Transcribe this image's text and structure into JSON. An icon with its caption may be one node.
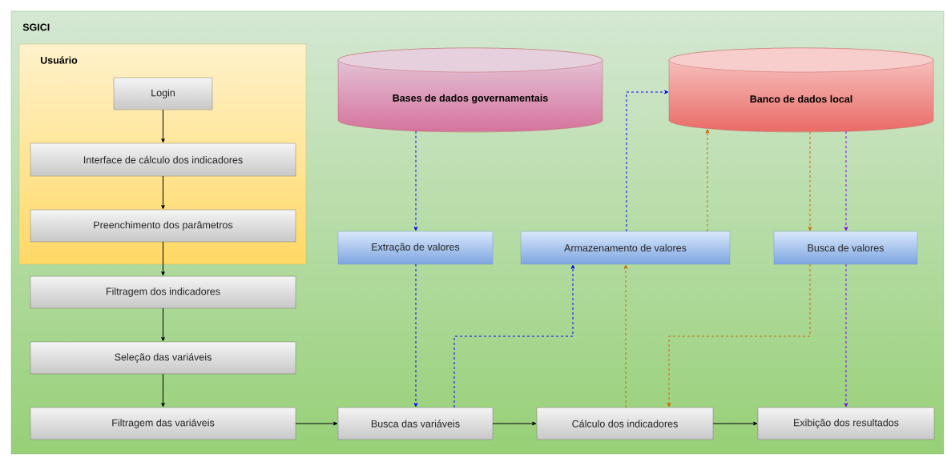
{
  "diagram": {
    "nodes": [
      {
        "text": [
          "SGICI"
        ]
      },
      {
        "text": [
          "Usuário"
        ],
        "in": 0
      },
      {
        "text": [
          "Login"
        ],
        "in": 1
      },
      {
        "text": [
          "Interface de cálculo dos indicadores"
        ],
        "in": 1
      },
      {
        "text": [
          "Preenchimento dos parâmetros"
        ],
        "in": 1
      },
      {
        "text": [
          "Filtragem dos indicadores"
        ],
        "in": 0
      },
      {
        "text": [
          "Seleção das variáveis"
        ],
        "in": 0
      },
      {
        "text": [
          "Filtragem das variáveis"
        ],
        "in": 0
      },
      {
        "text": [
          "Bases de dados governamentais"
        ],
        "in": 0
      },
      {
        "text": [
          "Banco de dados local"
        ],
        "in": 0
      },
      {
        "text": [
          "Extração de valores"
        ],
        "in": 0
      },
      {
        "text": [
          "Armazenamento de valores"
        ],
        "in": 0
      },
      {
        "text": [
          "Busca de valores"
        ],
        "in": 0
      },
      {
        "text": [
          "Busca das variáveis"
        ],
        "in": 0
      },
      {
        "text": [
          "Cálculo dos indicadores"
        ],
        "in": 0
      },
      {
        "text": [
          "Exibição dos resultados"
        ],
        "in": 0
      }
    ],
    "edges": [
      {
        "from": 2,
        "to": 3,
        "arrow": "to"
      },
      {
        "from": 3,
        "to": 4,
        "arrow": "to"
      },
      {
        "from": 4,
        "to": 5,
        "arrow": "to"
      },
      {
        "from": 5,
        "to": 6,
        "arrow": "to"
      },
      {
        "from": 6,
        "to": 7,
        "arrow": "to"
      },
      {
        "from": 7,
        "to": 13,
        "arrow": "to"
      },
      {
        "from": 13,
        "to": 14,
        "arrow": "to"
      },
      {
        "from": 14,
        "to": 15,
        "arrow": "to"
      },
      {
        "from": 8,
        "to": 10,
        "arrow": "to",
        "style": "dashed",
        "color": "#0000ff"
      },
      {
        "from": 10,
        "to": 13,
        "arrow": "to",
        "style": "dashed",
        "color": "#0000ff"
      },
      {
        "from": 13,
        "to": 11,
        "arrow": "to",
        "style": "dashed",
        "color": "#0000ff"
      },
      {
        "from": 11,
        "to": 9,
        "arrow": "to",
        "style": "dashed",
        "color": "#0000ff"
      },
      {
        "from": 14,
        "to": 11,
        "arrow": "to",
        "style": "dashed",
        "color": "#cc6600"
      },
      {
        "from": 11,
        "to": 9,
        "arrow": "to",
        "style": "dashed",
        "color": "#cc6600"
      },
      {
        "from": 9,
        "to": 12,
        "arrow": "to",
        "style": "dashed",
        "color": "#cc6600"
      },
      {
        "from": 12,
        "to": 14,
        "arrow": "to",
        "style": "dashed",
        "color": "#cc6600"
      },
      {
        "from": 9,
        "to": 12,
        "arrow": "to",
        "style": "dashed",
        "color": "#7f00ff"
      },
      {
        "from": 12,
        "to": 15,
        "arrow": "to",
        "style": "dashed",
        "color": "#7f00ff"
      }
    ]
  }
}
